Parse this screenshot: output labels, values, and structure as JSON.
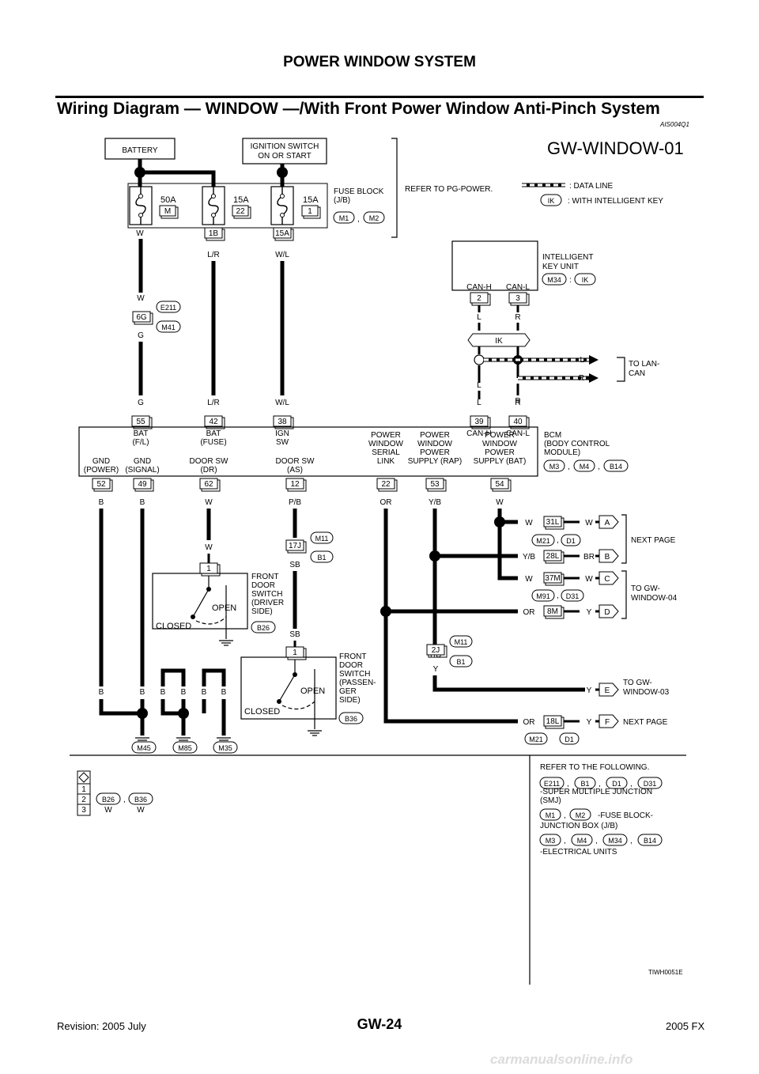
{
  "page": {
    "header": "POWER WINDOW SYSTEM",
    "title": "Wiring Diagram — WINDOW —/With Front Power Window Anti-Pinch System",
    "doc_code": "AIS004Q1",
    "page_number": "GW-24",
    "revision": "Revision: 2005 July",
    "model": "2005 FX",
    "watermark": "carmanualsonline.info"
  },
  "diagram": {
    "id": "GW-WINDOW-01",
    "battery": "BATTERY",
    "ignition": [
      "IGNITION SWITCH",
      "ON OR START"
    ],
    "fuses": [
      {
        "amp": "50A",
        "id": "M",
        "wire": "W"
      },
      {
        "amp": "15A",
        "id": "22",
        "conn": "1B",
        "wire": "L/R"
      },
      {
        "amp": "15A",
        "id": "1",
        "conn": "15A",
        "wire": "W/L"
      }
    ],
    "fuse_block": [
      "FUSE BLOCK",
      "(J/B)"
    ],
    "fuse_block_conns": [
      "M1",
      "M2"
    ],
    "refer_power": "REFER TO PG-POWER.",
    "legend": {
      "data_line": ": DATA LINE",
      "ik": "IK",
      "ik_text": ": WITH INTELLIGENT KEY"
    },
    "ik_unit": {
      "label": [
        "INTELLIGENT",
        "KEY UNIT"
      ],
      "conn": "M34",
      "ik": "IK",
      "pins": [
        {
          "name": "CAN-H",
          "num": "2",
          "wire": "L"
        },
        {
          "name": "CAN-L",
          "num": "3",
          "wire": "R"
        }
      ]
    },
    "ik_bar": "IK",
    "lan": {
      "l": "L",
      "r": "R",
      "label": [
        "TO LAN-",
        "CAN"
      ]
    },
    "smj": {
      "upper": "W",
      "pin": "6G",
      "lower": "G",
      "conns": [
        "E211",
        "M41"
      ]
    },
    "bcm_top_pins": [
      {
        "num": "55",
        "wire": "G",
        "label": [
          "BAT",
          "(F/L)"
        ]
      },
      {
        "num": "42",
        "wire": "L/R",
        "label": [
          "BAT",
          "(FUSE)"
        ]
      },
      {
        "num": "38",
        "wire": "W/L",
        "label": [
          "IGN",
          "SW"
        ]
      },
      {
        "num": "39",
        "wire": "L",
        "label": [
          "CAN-H"
        ]
      },
      {
        "num": "40",
        "wire": "R",
        "label": [
          "CAN-L"
        ]
      }
    ],
    "bcm": {
      "label": [
        "BCM",
        "(BODY CONTROL",
        "MODULE)"
      ],
      "conns": [
        "M3",
        "M4",
        "B14"
      ]
    },
    "bcm_bottom_pins": [
      {
        "num": "52",
        "wire": "B",
        "label": [
          "GND",
          "(POWER)"
        ]
      },
      {
        "num": "49",
        "wire": "B",
        "label": [
          "GND",
          "(SIGNAL)"
        ]
      },
      {
        "num": "62",
        "wire": "W",
        "label": [
          "DOOR SW",
          "(DR)"
        ]
      },
      {
        "num": "12",
        "wire": "P/B",
        "label": [
          "DOOR SW",
          "(AS)"
        ]
      },
      {
        "num": "22",
        "wire": "OR",
        "label": [
          "POWER",
          "WINDOW",
          "SERIAL",
          "LINK"
        ]
      },
      {
        "num": "53",
        "wire": "Y/B",
        "label": [
          "POWER",
          "WINDOW",
          "POWER",
          "SUPPLY (RAP)"
        ]
      },
      {
        "num": "54",
        "wire": "W",
        "label": [
          "POWER",
          "WINDOW",
          "POWER",
          "SUPPLY (BAT)"
        ]
      }
    ],
    "jc_17j": {
      "pin": "17J",
      "upper": "P/B",
      "lower": "SB",
      "conns": [
        "M11",
        "B1"
      ]
    },
    "jc_2j": {
      "pin": "2J",
      "upper": "Y/B",
      "lower": "Y",
      "conns": [
        "M11",
        "B1"
      ]
    },
    "driver_switch": {
      "label": [
        "FRONT",
        "DOOR",
        "SWITCH",
        "(DRIVER",
        "SIDE)"
      ],
      "conn": "B26",
      "pin": "1",
      "wire_in": "W",
      "open": "OPEN",
      "closed": "CLOSED"
    },
    "pass_switch": {
      "label": [
        "FRONT",
        "DOOR",
        "SWITCH",
        "(PASSEN-",
        "GER",
        "SIDE)"
      ],
      "conn": "B36",
      "pin": "1",
      "wire_in": "SB",
      "open": "OPEN",
      "closed": "CLOSED"
    },
    "outputs": [
      {
        "w1": "W",
        "pin": "31L",
        "w2": "W",
        "to": "A"
      },
      {
        "w1": "Y/B",
        "pin": "28L",
        "w2": "BR",
        "to": "B"
      },
      {
        "w1": "W",
        "pin": "37M",
        "w2": "W",
        "to": "C"
      },
      {
        "w1": "OR",
        "pin": "8M",
        "w2": "Y",
        "to": "D"
      },
      {
        "w1": "",
        "pin": "",
        "w2": "Y",
        "to": "E"
      },
      {
        "w1": "OR",
        "pin": "18L",
        "w2": "Y",
        "to": "F"
      }
    ],
    "out_conn_pairs": [
      [
        "M21",
        "D1"
      ],
      [
        "M91",
        "D31"
      ],
      [
        "M21",
        "D1"
      ]
    ],
    "dest": {
      "next_page": "NEXT PAGE",
      "gw04": [
        "TO GW-",
        "WINDOW-04"
      ],
      "gw03": [
        "TO GW-",
        "WINDOW-03"
      ]
    },
    "grounds": {
      "wires": [
        "B",
        "B",
        "B",
        "B",
        "B",
        "B"
      ],
      "conns": [
        "M45",
        "M85",
        "M35"
      ]
    },
    "conn_table": {
      "pins": [
        "1",
        "2",
        "3"
      ],
      "conns": [
        "B26",
        "B36"
      ],
      "colors": [
        "W",
        "W"
      ]
    },
    "refs": {
      "head": "REFER TO THE FOLLOWING.",
      "smj_conns": [
        "E211",
        "B1",
        "D1",
        "D31"
      ],
      "smj_text": [
        "-SUPER MULTIPLE JUNCTION",
        "(SMJ)"
      ],
      "jb_conns": [
        "M1",
        "M2"
      ],
      "jb_text": [
        "-FUSE BLOCK-",
        "JUNCTION BOX (J/B)"
      ],
      "eu_conns": [
        "M3",
        "M4",
        "M34",
        "B14"
      ],
      "eu_text": "-ELECTRICAL UNITS"
    },
    "figure_code": "TIWH0051E"
  }
}
